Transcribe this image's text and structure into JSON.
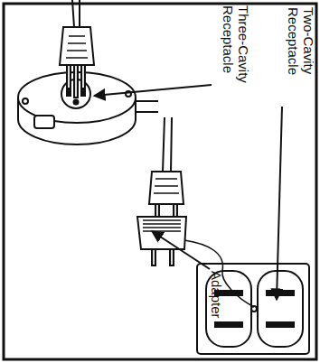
{
  "diagram": {
    "labels": [
      "Three-Cavity Receptacle",
      "Two-Cavity Receptacle",
      "Adapter"
    ]
  }
}
